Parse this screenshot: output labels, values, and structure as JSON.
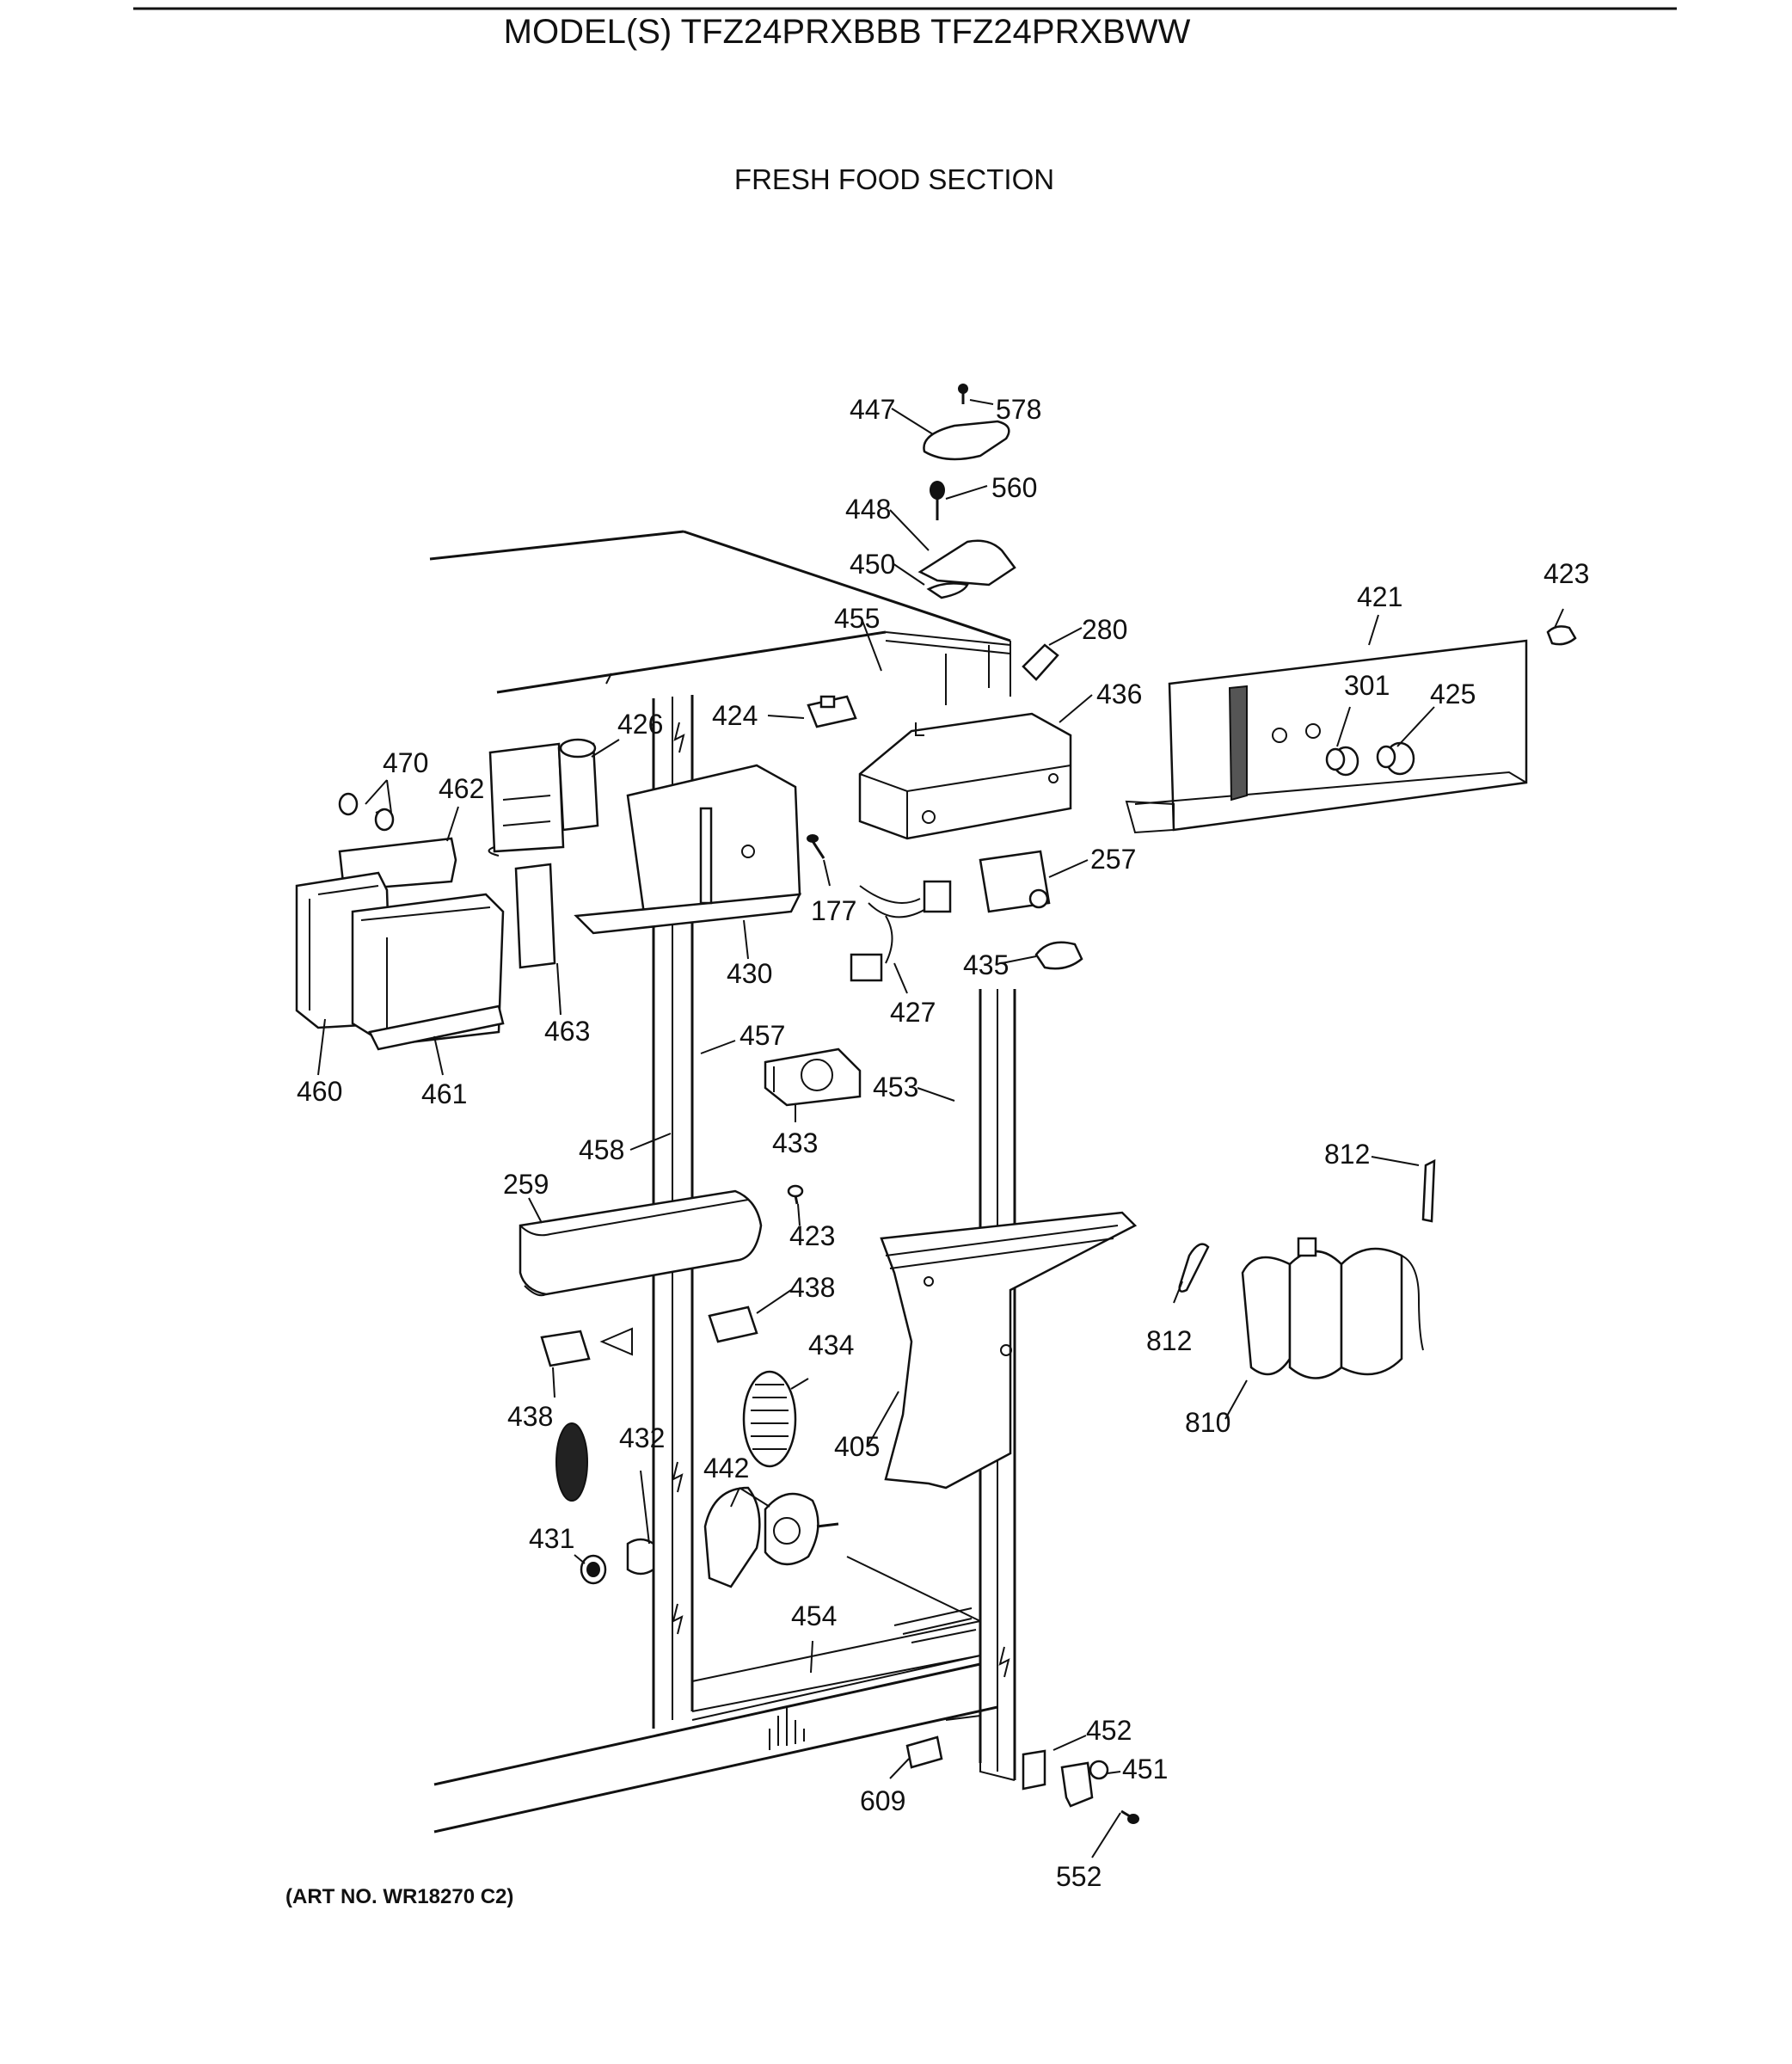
{
  "header": {
    "title": "MODEL(S) TFZ24PRXBBB  TFZ24PRXBWW",
    "section": "FRESH FOOD SECTION"
  },
  "footer": {
    "art_no": "(ART NO. WR18270 C2)"
  },
  "parts": [
    "578",
    "447",
    "560",
    "448",
    "450",
    "455",
    "280",
    "423",
    "421",
    "436",
    "424",
    "426",
    "301",
    "425",
    "470",
    "462",
    "177",
    "430",
    "257",
    "435",
    "427",
    "460",
    "461",
    "463",
    "457",
    "453",
    "433",
    "458",
    "812",
    "259",
    "423",
    "438",
    "438",
    "434",
    "405",
    "812",
    "810",
    "432",
    "442",
    "431",
    "454",
    "452",
    "451",
    "609",
    "552"
  ]
}
